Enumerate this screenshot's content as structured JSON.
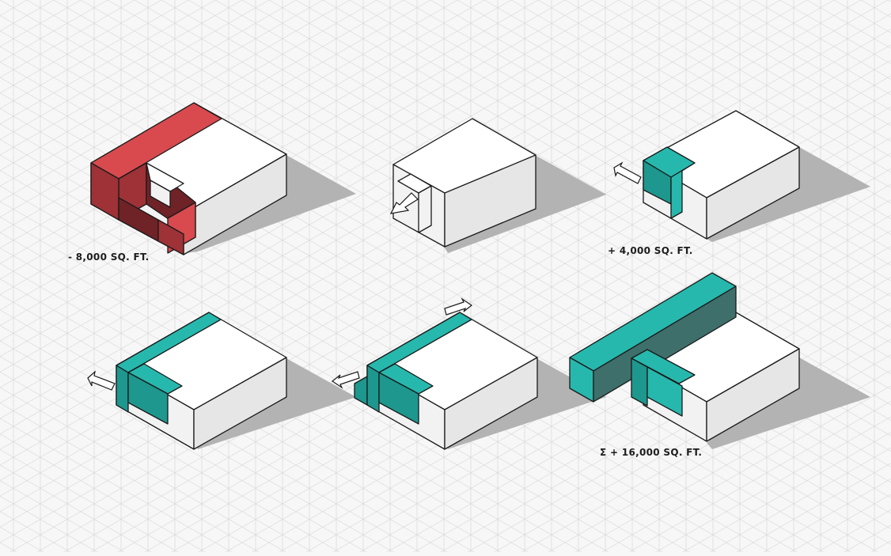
{
  "colors": {
    "background": "#f7f7f7",
    "grid": "#d9d9d9",
    "red_top": "#d84a4e",
    "red_side": "#9e3236",
    "red_dark": "#6f2326",
    "teal_top": "#27b8ad",
    "teal_side": "#1e978e",
    "teal_dark": "#3e6f6b",
    "block_top": "#ffffff",
    "block_left": "#f2f2f2",
    "block_right": "#e6e6e6",
    "shadow": "#b3b3b3",
    "outline": "#1a1a1a"
  },
  "steps": [
    {
      "id": "subtract",
      "accent": "red",
      "label": "- 8,000 SQ. FT."
    },
    {
      "id": "carve",
      "accent": "none",
      "label": ""
    },
    {
      "id": "add",
      "accent": "teal",
      "label": "+ 4,000 SQ. FT."
    },
    {
      "id": "extend",
      "accent": "teal",
      "label": ""
    },
    {
      "id": "slide",
      "accent": "teal",
      "label": ""
    },
    {
      "id": "total",
      "accent": "teal",
      "label": "Σ + 16,000 SQ. FT."
    }
  ]
}
